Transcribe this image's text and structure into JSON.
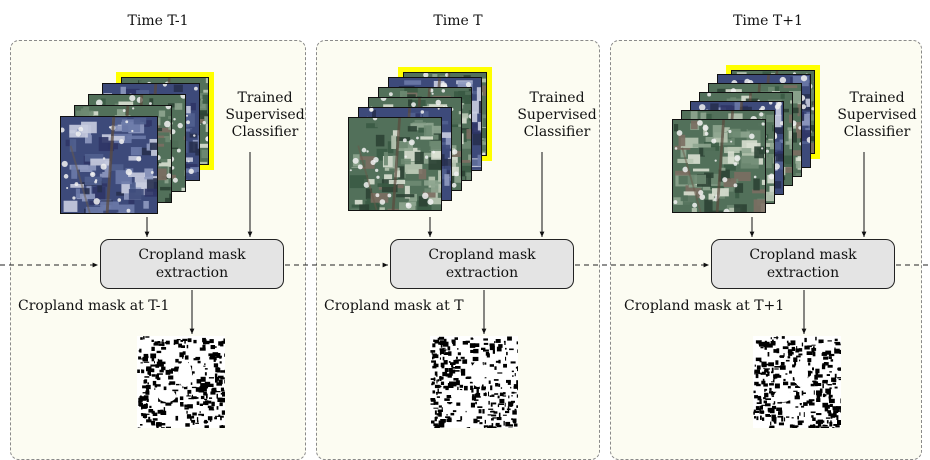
{
  "panels": [
    {
      "id": "tm1",
      "title": "Time T-1",
      "box_line1": "Cropland mask",
      "box_line2": "extraction",
      "classifier_line1": "Trained",
      "classifier_line2": "Supervised",
      "classifier_line3": "Classifier",
      "mask_label": "Cropland mask at T-1",
      "image_stack_count": 5,
      "highlight_color": "#ffff00"
    },
    {
      "id": "t",
      "title": "Time T",
      "box_line1": "Cropland mask",
      "box_line2": "extraction",
      "classifier_line1": "Trained",
      "classifier_line2": "Supervised",
      "classifier_line3": "Classifier",
      "mask_label": "Cropland mask at T",
      "image_stack_count": 6,
      "highlight_color": "#ffff00"
    },
    {
      "id": "tp1",
      "title": "Time T+1",
      "box_line1": "Cropland mask",
      "box_line2": "extraction",
      "classifier_line1": "Trained",
      "classifier_line2": "Supervised",
      "classifier_line3": "Classifier",
      "mask_label": "Cropland mask at T+1",
      "image_stack_count": 7,
      "highlight_color": "#ffff00"
    }
  ],
  "colors": {
    "panel_background": "#fcfcf2",
    "panel_border": "#8a8a8a",
    "box_fill": "#e4e4e4",
    "highlight": "#ffff00"
  }
}
